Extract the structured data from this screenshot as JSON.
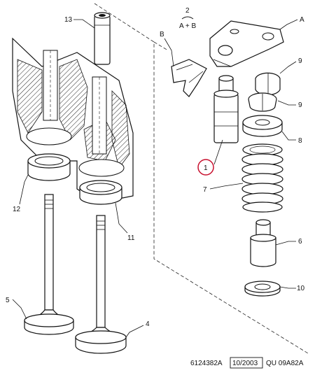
{
  "callouts": {
    "c1": "1",
    "c4": "4",
    "c5": "5",
    "c6": "6",
    "c7": "7",
    "c8": "8",
    "c9a": "9",
    "c9b": "9",
    "c10": "10",
    "c11": "11",
    "c12": "12",
    "c13": "13",
    "cA": "A",
    "cB": "B"
  },
  "assembly_note": {
    "step": "2",
    "formula": "A + B"
  },
  "footer": {
    "ref_left": "6124382A",
    "date": "10/2003",
    "ref_right": "QU 09A82A"
  },
  "colors": {
    "highlight_circle": "#c8102e",
    "line": "#111111"
  }
}
